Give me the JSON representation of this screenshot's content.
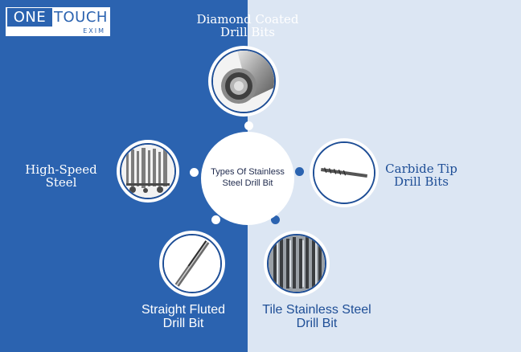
{
  "logo": {
    "line1_box": "ONE",
    "line1_rest": "TOUCH",
    "line2": "EXIM"
  },
  "center": {
    "line1": "Types Of Stainless",
    "line2": "Steel Drill Bit"
  },
  "items": [
    {
      "line1": "Diamond Coated",
      "line2": "Drill Bits",
      "icon": "diamond-coated-drill-bit-icon"
    },
    {
      "line1": "High-Speed",
      "line2": "Steel",
      "icon": "high-speed-steel-bits-icon"
    },
    {
      "line1": "Carbide Tip",
      "line2": "Drill Bits",
      "icon": "carbide-tip-drill-bit-icon"
    },
    {
      "line1": "Straight Fluted",
      "line2": "Drill Bit",
      "icon": "straight-fluted-drill-bit-icon"
    },
    {
      "line1": "Tile Stainless Steel",
      "line2": "Drill Bit",
      "icon": "tile-stainless-steel-drill-bit-icon"
    }
  ],
  "colors": {
    "blue": "#2b63b0",
    "light": "#dce6f3",
    "text_dark_blue": "#1e4e96",
    "white": "#ffffff"
  }
}
